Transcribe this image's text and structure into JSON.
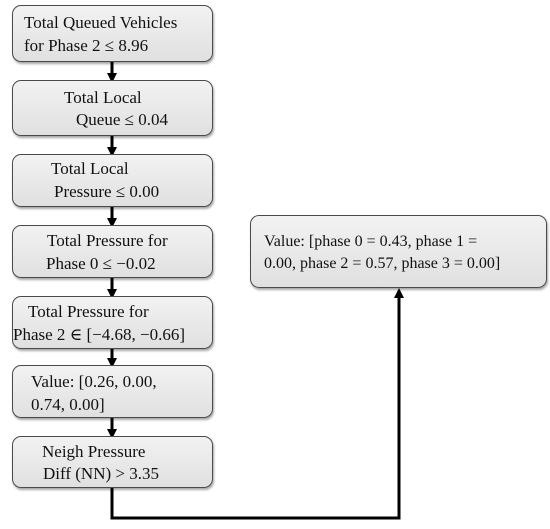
{
  "nodes": {
    "n1": {
      "line1": "Total Queued Vehicles",
      "line2": "for Phase 2 ≤ 8.96"
    },
    "n2": {
      "line1": "Total Local",
      "line2": "Queue ≤ 0.04"
    },
    "n3": {
      "line1": "Total Local",
      "line2": "Pressure ≤ 0.00"
    },
    "n4": {
      "line1": "Total Pressure for",
      "line2": "Phase 0 ≤ −0.02"
    },
    "n5": {
      "line1": "Total Pressure for",
      "line2": "Phase 2 ∈ [−4.68, −0.66]"
    },
    "n6": {
      "line1": "Value: [0.26, 0.00,",
      "line2": "0.74, 0.00]"
    },
    "n7": {
      "line1": "Neigh Pressure",
      "line2": "Diff (NN)  >  3.35"
    },
    "leaf": {
      "line1": "Value: [phase 0 = 0.43, phase 1 =",
      "line2": "0.00, phase 2 = 0.57, phase 3 = 0.00]"
    }
  },
  "colors": {
    "box_fill_top": "#f2f2f2",
    "box_fill_bottom": "#e0e0e0",
    "border": "#4a4a4a",
    "connector": "#000000"
  }
}
